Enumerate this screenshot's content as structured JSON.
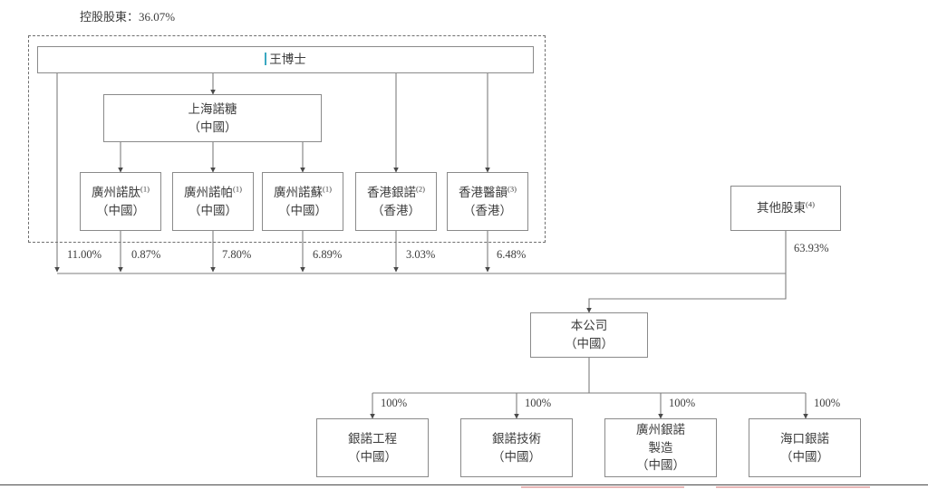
{
  "diagram": {
    "title_label": "控股股東：36.07%",
    "controlling_shareholder_pct": "36.07%",
    "caret_visible": true,
    "accent_color": "#3aa8c1",
    "box_border_color": "#8a8a8a",
    "dashed_border_color": "#6f6f6f",
    "text_color": "#3c3c3c",
    "background": "#ffffff"
  },
  "nodes": {
    "founder": {
      "line1": "王博士"
    },
    "shanghai": {
      "line1": "上海諾糖",
      "line2": "（中國）"
    },
    "sub1": {
      "line1": "廣州諾肽",
      "sup": "(1)",
      "line2": "（中國）"
    },
    "sub2": {
      "line1": "廣州諾帕",
      "sup": "(1)",
      "line2": "（中國）"
    },
    "sub3": {
      "line1": "廣州諾蘇",
      "sup": "(1)",
      "line2": "（中國）"
    },
    "sub4": {
      "line1": "香港銀諾",
      "sup": "(2)",
      "line2": "（香港）"
    },
    "sub5": {
      "line1": "香港醫韻",
      "sup": "(3)",
      "line2": "（香港）"
    },
    "others": {
      "line1": "其他股東",
      "sup": "(4)"
    },
    "company": {
      "line1": "本公司",
      "line2": "（中國）"
    },
    "op1": {
      "line1": "銀諾工程",
      "line2": "（中國）"
    },
    "op2": {
      "line1": "銀諾技術",
      "line2": "（中國）"
    },
    "op3": {
      "line1": "廣州銀諾",
      "line2": "製造",
      "line3": "（中國）"
    },
    "op4": {
      "line1": "海口銀諾",
      "line2": "（中國）"
    }
  },
  "percentages": {
    "p1": "11.00%",
    "p2": "0.87%",
    "p3": "7.80%",
    "p4": "6.89%",
    "p5": "3.03%",
    "p6": "6.48%",
    "others": "63.93%",
    "op1": "100%",
    "op2": "100%",
    "op3": "100%",
    "op4": "100%"
  },
  "chart_data": {
    "type": "diagram",
    "title": "控股股東：36.07%",
    "structure": "corporate-ownership-tree",
    "edges": [
      {
        "from": "王博士",
        "to": "上海諾糖",
        "label": ""
      },
      {
        "from": "上海諾糖",
        "to": "廣州諾肽",
        "label": ""
      },
      {
        "from": "上海諾糖",
        "to": "廣州諾帕",
        "label": ""
      },
      {
        "from": "上海諾糖",
        "to": "廣州諾蘇",
        "label": ""
      },
      {
        "from": "王博士",
        "to": "香港銀諾",
        "label": ""
      },
      {
        "from": "王博士",
        "to": "香港醫韻",
        "label": ""
      },
      {
        "from": "廣州諾肽",
        "to": "本公司",
        "label": "11.00%"
      },
      {
        "from": "廣州諾帕",
        "to": "本公司",
        "label": "0.87%"
      },
      {
        "from": "廣州諾蘇",
        "to": "本公司",
        "label": "7.80%"
      },
      {
        "from": "香港銀諾",
        "to": "本公司",
        "label": "6.89%"
      },
      {
        "from": "香港醫韻",
        "to": "本公司",
        "label": "3.03%"
      },
      {
        "from": "其他",
        "to": "本公司",
        "label": "6.48%"
      },
      {
        "from": "其他股東",
        "to": "本公司",
        "label": "63.93%"
      },
      {
        "from": "本公司",
        "to": "銀諾工程",
        "label": "100%"
      },
      {
        "from": "本公司",
        "to": "銀諾技術",
        "label": "100%"
      },
      {
        "from": "本公司",
        "to": "廣州銀諾製造",
        "label": "100%"
      },
      {
        "from": "本公司",
        "to": "海口銀諾",
        "label": "100%"
      }
    ]
  }
}
